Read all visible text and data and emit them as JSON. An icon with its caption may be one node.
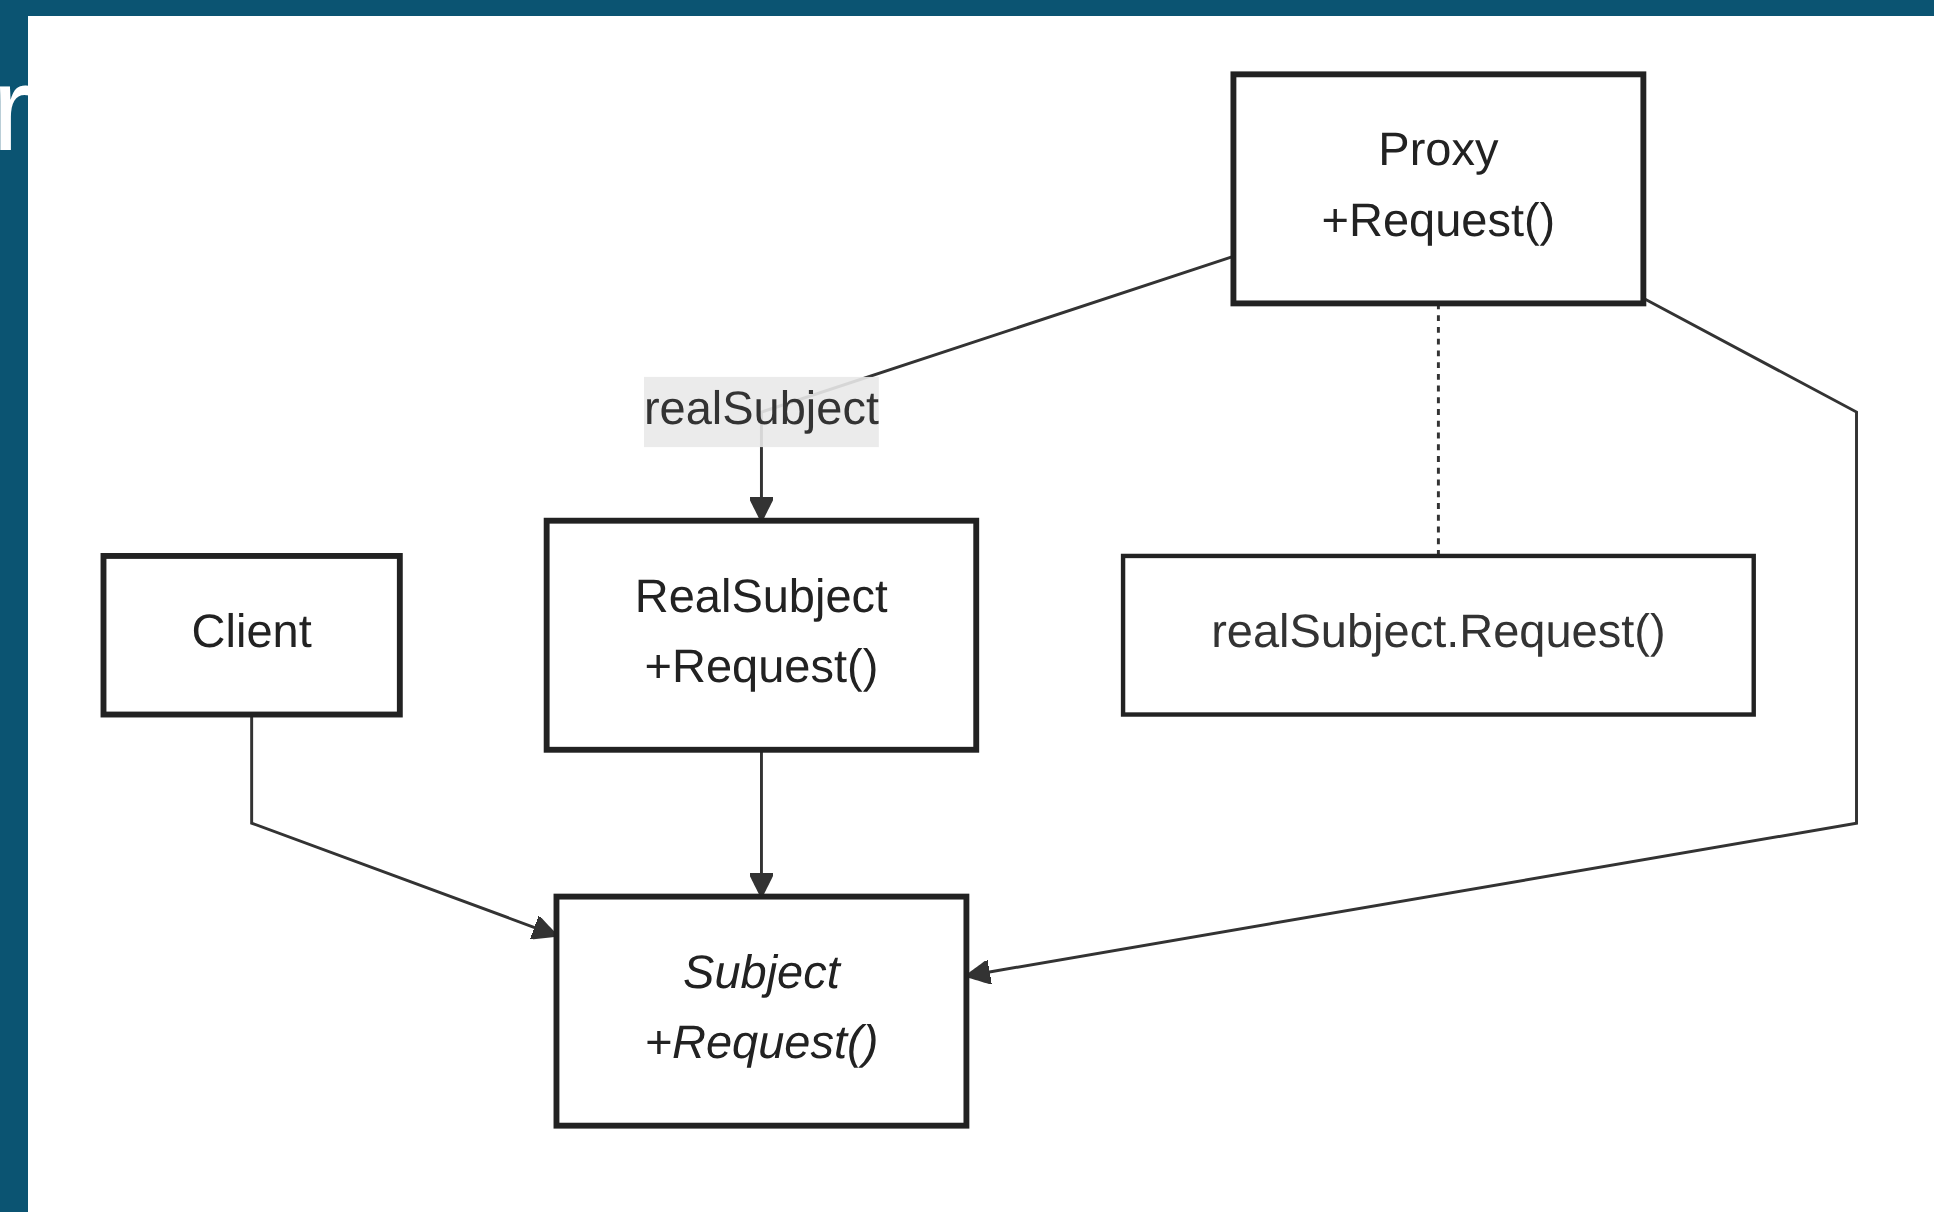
{
  "diagram": {
    "nodes": [
      {
        "text": [
          "Client"
        ]
      },
      {
        "text": [
          "Subject",
          "+Request()"
        ]
      },
      {
        "text": [
          "RealSubject",
          "+Request()"
        ]
      },
      {
        "text": [
          "Proxy",
          "+Request()"
        ]
      },
      {
        "text": [
          "realSubject.Request()"
        ]
      }
    ],
    "edges": [
      {
        "from": 0,
        "to": 1,
        "arrow": "to"
      },
      {
        "from": 2,
        "to": 1,
        "arrow": "to"
      },
      {
        "from": 3,
        "to": 1,
        "arrow": "to"
      },
      {
        "from": 3,
        "to": 2,
        "arrow": "to",
        "label": "realSubject"
      },
      {
        "from": 3,
        "to": 4,
        "arrow": "none",
        "style": "dashed"
      }
    ],
    "labels": [
      "r"
    ]
  }
}
